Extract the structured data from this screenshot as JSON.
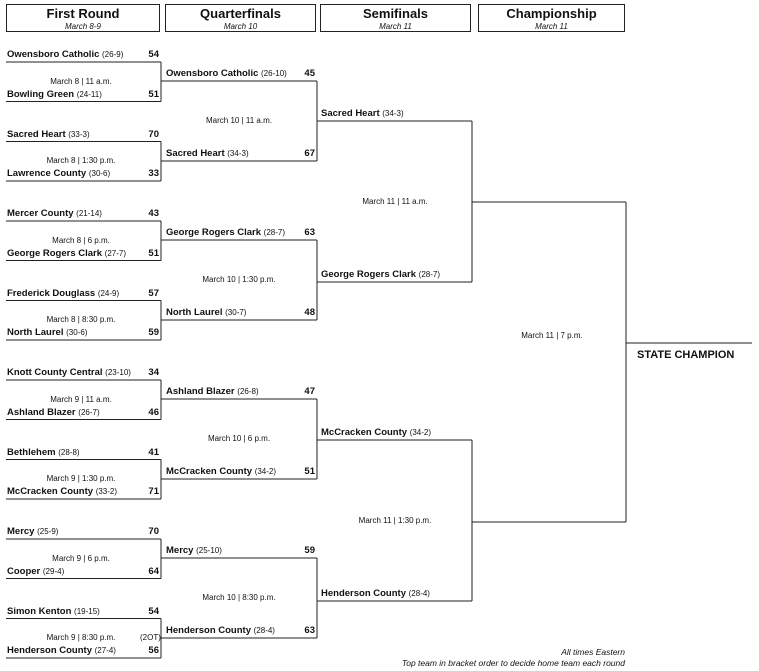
{
  "headers": [
    {
      "title": "First Round",
      "date": "March 8-9"
    },
    {
      "title": "Quarterfinals",
      "date": "March 10"
    },
    {
      "title": "Semifinals",
      "date": "March 11"
    },
    {
      "title": "Championship",
      "date": "March 11"
    }
  ],
  "first_round": [
    {
      "top": {
        "name": "Owensboro Catholic",
        "record": "(26-9)",
        "score": "54"
      },
      "bottom": {
        "name": "Bowling Green",
        "record": "(24-11)",
        "score": "51"
      },
      "info": "March 8 | 11 a.m."
    },
    {
      "top": {
        "name": "Sacred Heart",
        "record": "(33-3)",
        "score": "70"
      },
      "bottom": {
        "name": "Lawrence County",
        "record": "(30-6)",
        "score": "33"
      },
      "info": "March 8 | 1:30 p.m."
    },
    {
      "top": {
        "name": "Mercer County",
        "record": "(21-14)",
        "score": "43"
      },
      "bottom": {
        "name": "George Rogers Clark",
        "record": "(27-7)",
        "score": "51"
      },
      "info": "March 8 | 6 p.m."
    },
    {
      "top": {
        "name": "Frederick Douglass",
        "record": "(24-9)",
        "score": "57"
      },
      "bottom": {
        "name": "North Laurel",
        "record": "(30-6)",
        "score": "59"
      },
      "info": "March 8 | 8:30 p.m."
    },
    {
      "top": {
        "name": "Knott County Central",
        "record": "(23-10)",
        "score": "34"
      },
      "bottom": {
        "name": "Ashland Blazer",
        "record": "(26-7)",
        "score": "46"
      },
      "info": "March 9 | 11 a.m."
    },
    {
      "top": {
        "name": "Bethlehem",
        "record": "(28-8)",
        "score": "41"
      },
      "bottom": {
        "name": "McCracken County",
        "record": "(33-2)",
        "score": "71"
      },
      "info": "March 9 | 1:30 p.m."
    },
    {
      "top": {
        "name": "Mercy",
        "record": "(25-9)",
        "score": "70"
      },
      "bottom": {
        "name": "Cooper",
        "record": "(29-4)",
        "score": "64"
      },
      "info": "March 9 | 6 p.m."
    },
    {
      "top": {
        "name": "Simon Kenton",
        "record": "(19-15)",
        "score": "54"
      },
      "bottom": {
        "name": "Henderson County",
        "record": "(27-4)",
        "score": "56"
      },
      "info": "March 9 | 8:30 p.m.",
      "note": "(2OT)"
    }
  ],
  "quarterfinals": [
    {
      "top": {
        "name": "Owensboro Catholic",
        "record": "(26-10)",
        "score": "45"
      },
      "bottom": {
        "name": "Sacred Heart",
        "record": "(34-3)",
        "score": "67"
      },
      "info": "March 10 | 11 a.m."
    },
    {
      "top": {
        "name": "George Rogers Clark",
        "record": "(28-7)",
        "score": "63"
      },
      "bottom": {
        "name": "North Laurel",
        "record": "(30-7)",
        "score": "48"
      },
      "info": "March 10 | 1:30 p.m."
    },
    {
      "top": {
        "name": "Ashland Blazer",
        "record": "(26-8)",
        "score": "47"
      },
      "bottom": {
        "name": "McCracken County",
        "record": "(34-2)",
        "score": "51"
      },
      "info": "March 10 | 6 p.m."
    },
    {
      "top": {
        "name": "Mercy",
        "record": "(25-10)",
        "score": "59"
      },
      "bottom": {
        "name": "Henderson County",
        "record": "(28-4)",
        "score": "63"
      },
      "info": "March 10 | 8:30 p.m."
    }
  ],
  "semifinals": [
    {
      "top": {
        "name": "Sacred Heart",
        "record": "(34-3)",
        "score": ""
      },
      "bottom": {
        "name": "George Rogers Clark",
        "record": "(28-7)",
        "score": ""
      },
      "info": "March 11 | 11 a.m."
    },
    {
      "top": {
        "name": "McCracken County",
        "record": "(34-2)",
        "score": ""
      },
      "bottom": {
        "name": "Henderson County",
        "record": "(28-4)",
        "score": ""
      },
      "info": "March 11 | 1:30 p.m."
    }
  ],
  "championship": {
    "info": "March 11 | 7 p.m.",
    "label": "STATE CHAMPION"
  },
  "footnotes": [
    "All times Eastern",
    "Top team in bracket order to decide home team each round"
  ]
}
